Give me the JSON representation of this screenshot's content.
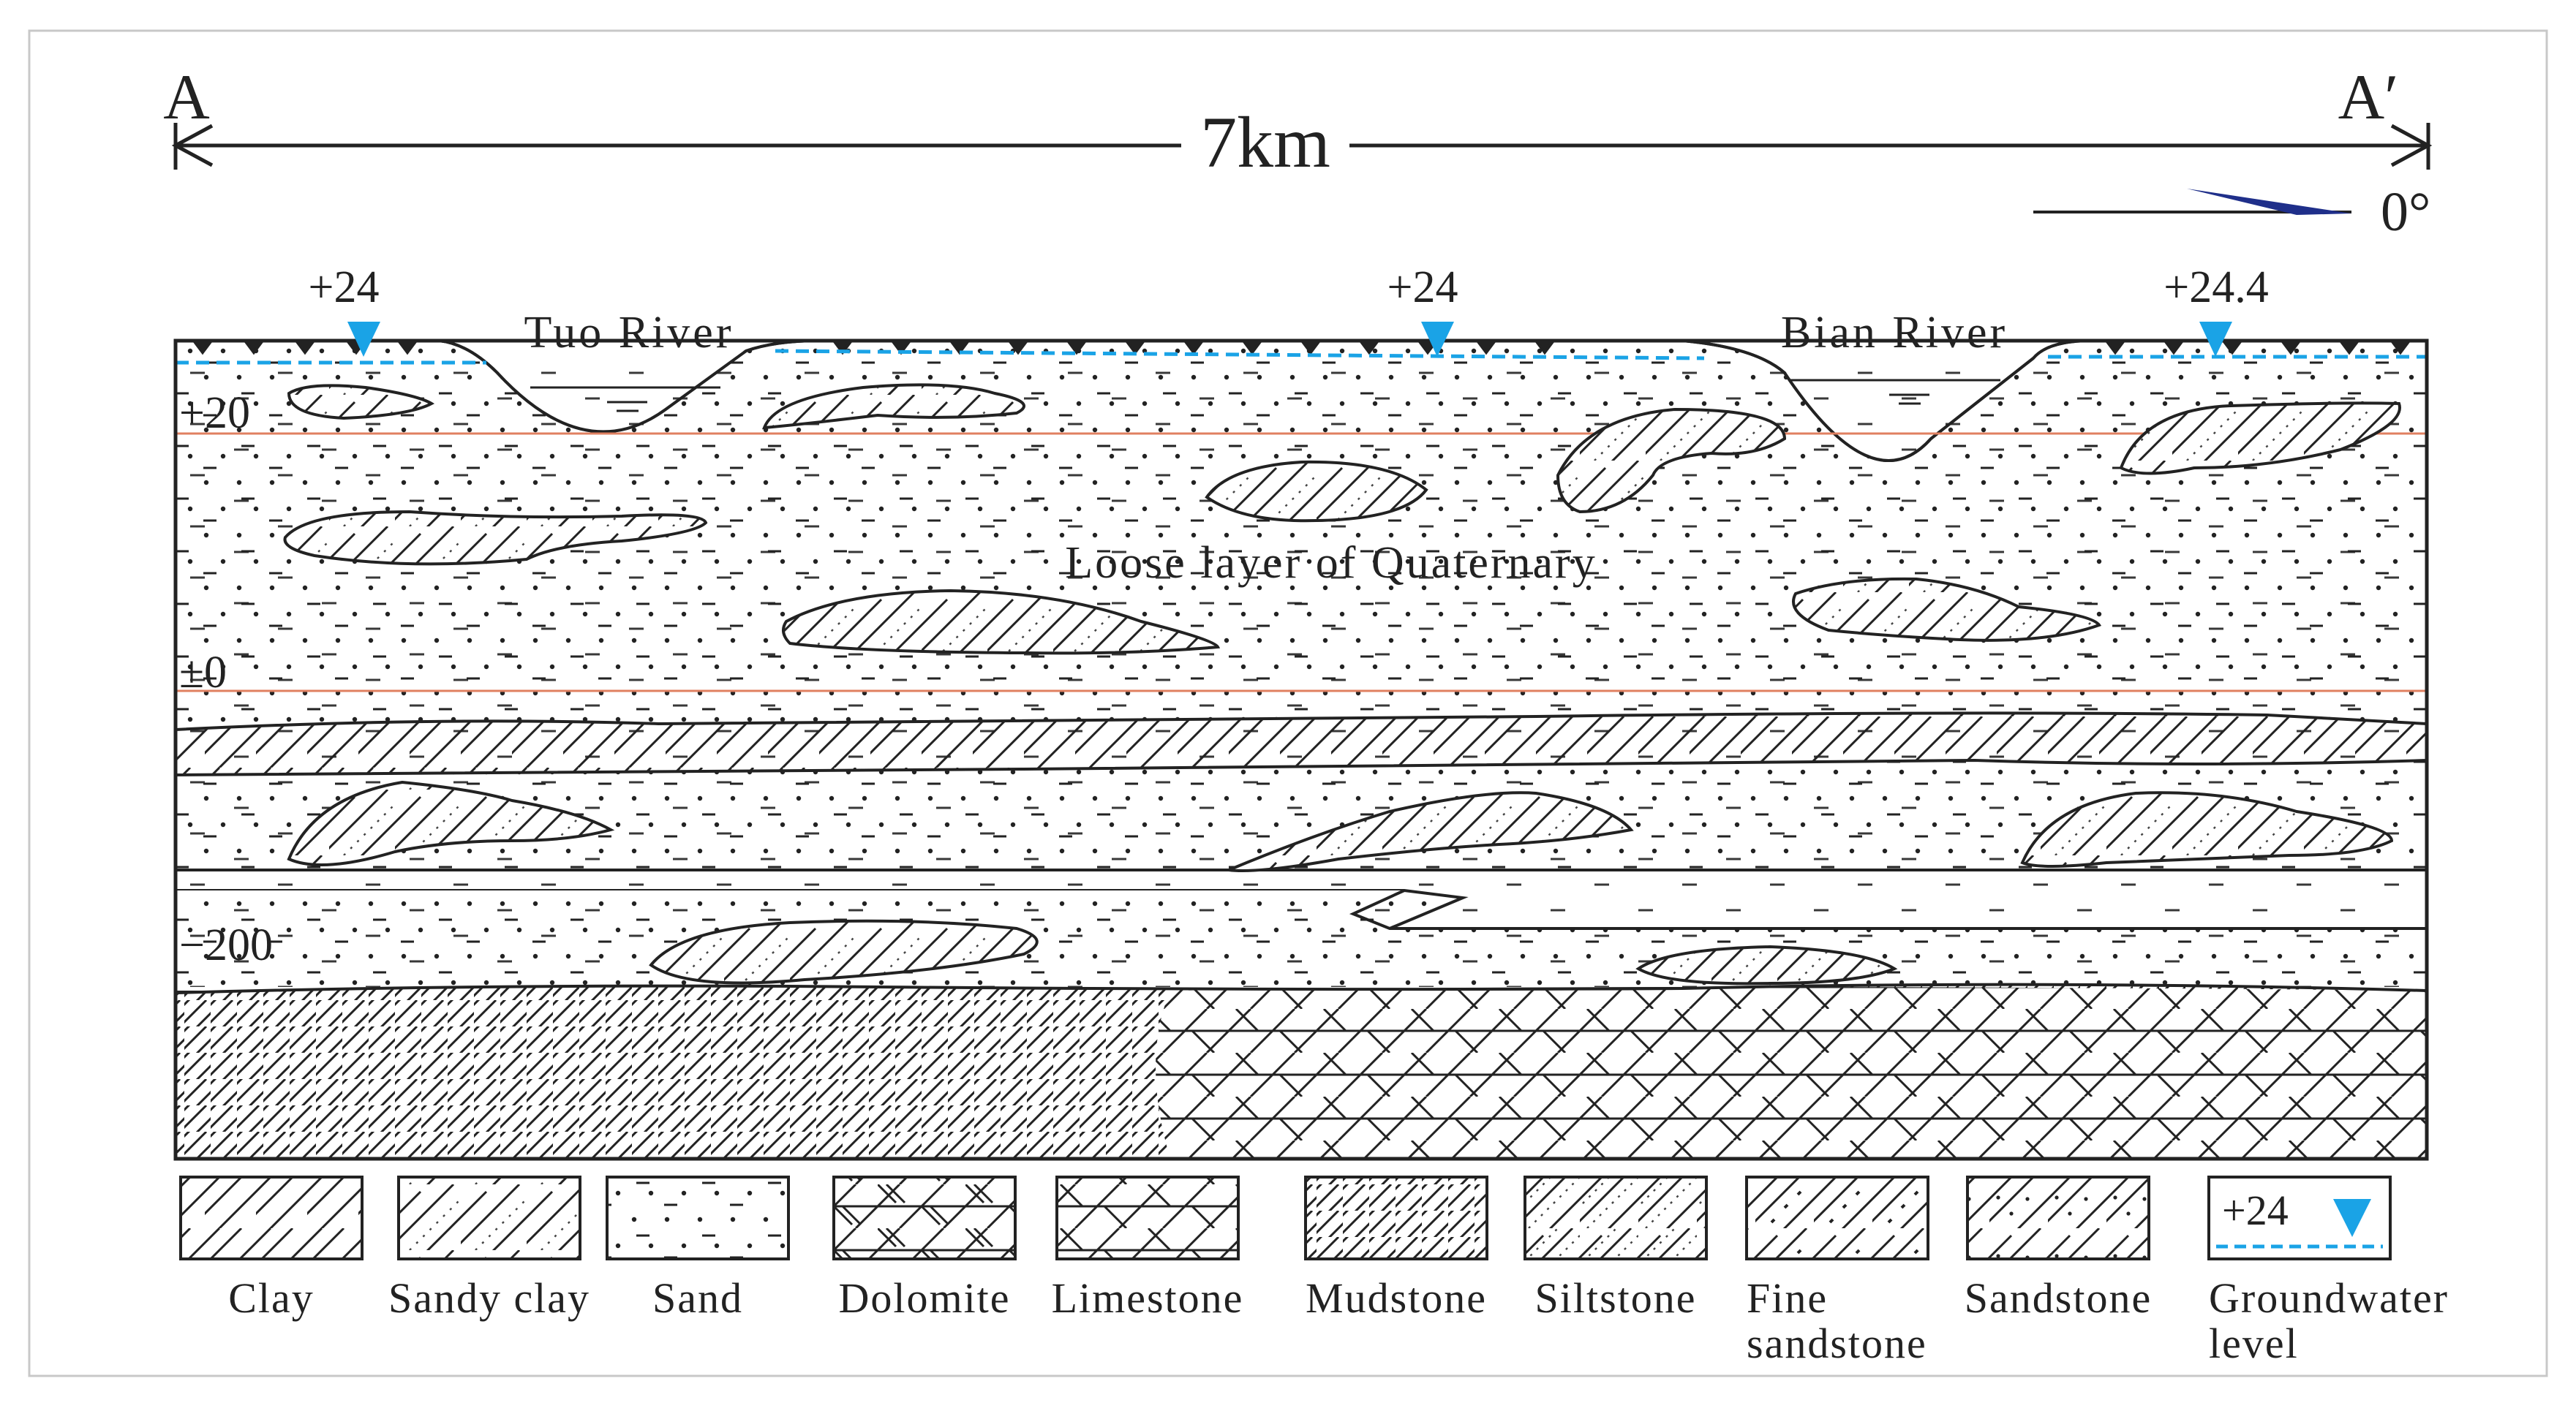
{
  "endpoints": {
    "start": "A",
    "end": "A′"
  },
  "distance": "7km",
  "orientation": "0°",
  "water_levels": [
    "+24",
    "+24",
    "+24.4"
  ],
  "rivers": [
    "Tuo River",
    "Bian River"
  ],
  "main_layer": "Loose layer of Quaternary",
  "elevations": [
    "+20",
    "±0",
    "−200"
  ],
  "legend": [
    {
      "key": "clay",
      "label": "Clay"
    },
    {
      "key": "sandy_clay",
      "label": "Sandy clay"
    },
    {
      "key": "sand",
      "label": "Sand"
    },
    {
      "key": "dolomite",
      "label": "Dolomite"
    },
    {
      "key": "limestone",
      "label": "Limestone"
    },
    {
      "key": "mudstone",
      "label": "Mudstone"
    },
    {
      "key": "siltstone",
      "label": "Siltstone"
    },
    {
      "key": "fine_sandstone",
      "label": "Fine sandstone"
    },
    {
      "key": "sandstone",
      "label": "Sandstone"
    },
    {
      "key": "groundwater",
      "label": "Groundwater level",
      "value": "+24"
    }
  ],
  "colors": {
    "endpoint_label": "#c8141e",
    "water": "#1aa3e6",
    "elevation_line": "#e08060",
    "compass_arrow": "#1f2f8a",
    "line": "#222222"
  }
}
